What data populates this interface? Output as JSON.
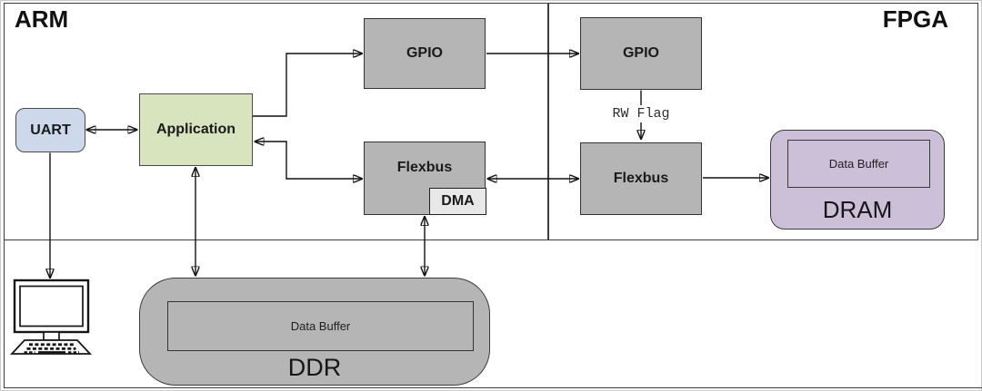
{
  "regions": {
    "arm": {
      "label": "ARM"
    },
    "fpga": {
      "label": "FPGA"
    }
  },
  "nodes": {
    "uart": {
      "label": "UART"
    },
    "application": {
      "label": "Application"
    },
    "arm_gpio": {
      "label": "GPIO"
    },
    "arm_flexbus": {
      "label": "Flexbus"
    },
    "dma": {
      "label": "DMA"
    },
    "fpga_gpio": {
      "label": "GPIO"
    },
    "fpga_flexbus": {
      "label": "Flexbus"
    },
    "dram": {
      "label": "DRAM",
      "buffer_label": "Data Buffer"
    },
    "ddr": {
      "label": "DDR",
      "buffer_label": "Data Buffer"
    }
  },
  "labels": {
    "rw_flag": "RW Flag"
  },
  "icons": {
    "computer": "desktop-computer-icon"
  },
  "connections": [
    {
      "from": "uart",
      "to": "application",
      "bidirectional": true
    },
    {
      "from": "application",
      "to": "arm_gpio",
      "bidirectional": false
    },
    {
      "from": "application",
      "to": "arm_flexbus",
      "bidirectional": true
    },
    {
      "from": "arm_gpio",
      "to": "fpga_gpio",
      "bidirectional": false
    },
    {
      "from": "arm_flexbus",
      "to": "fpga_flexbus",
      "bidirectional": true
    },
    {
      "from": "fpga_gpio",
      "to": "fpga_flexbus",
      "bidirectional": false,
      "label": "RW Flag"
    },
    {
      "from": "fpga_flexbus",
      "to": "dram",
      "bidirectional": false
    },
    {
      "from": "uart",
      "to": "computer",
      "bidirectional": false
    },
    {
      "from": "application",
      "to": "ddr",
      "bidirectional": true
    },
    {
      "from": "dma",
      "to": "ddr",
      "bidirectional": true
    }
  ],
  "colors": {
    "box_gray_fill": "#b5b5b5",
    "box_gray_border": "#333333",
    "dma_fill": "#e8e8e8",
    "uart_fill": "#cdd9ea",
    "application_fill": "#d7e4bd",
    "dram_fill": "#ccc0d9",
    "region_border": "#3d3d3d",
    "edge_line": "#111111",
    "text": "#1a1a1a"
  }
}
